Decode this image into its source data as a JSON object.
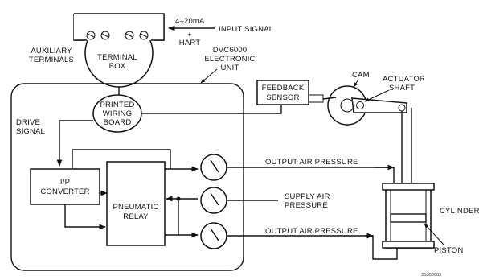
{
  "labels": {
    "current_signal": "4–20mA",
    "plus": "+",
    "hart": "HART",
    "input_signal": "INPUT SIGNAL",
    "auxiliary_line1": "AUXILIARY",
    "auxiliary_line2": "TERMINALS",
    "terminal_line1": "TERMINAL",
    "terminal_line2": "BOX",
    "unit_line1": "DVC6000",
    "unit_line2": "ELECTRONIC",
    "unit_line3": "UNIT",
    "pwb_line1": "PRINTED",
    "pwb_line2": "WIRING",
    "pwb_line3": "BOARD",
    "drive_line1": "DRIVE",
    "drive_line2": "SIGNAL",
    "feedback_line1": "FEEDBACK",
    "feedback_line2": "SENSOR",
    "cam": "CAM",
    "actuator_line1": "ACTUATOR",
    "actuator_line2": "SHAFT",
    "ip_line1": "I/P",
    "ip_line2": "CONVERTER",
    "relay_line1": "PNEUMATIC",
    "relay_line2": "RELAY",
    "output_air_top": "OUTPUT AIR PRESSURE",
    "supply_line1": "SUPPLY AIR",
    "supply_line2": "PRESSURE",
    "output_air_bottom": "OUTPUT AIR PRESSURE",
    "cylinder": "CYLINDER",
    "piston": "PISTON",
    "figure_code": "3S350003"
  },
  "colors": {
    "ink": "#111111",
    "background": "#ffffff"
  }
}
